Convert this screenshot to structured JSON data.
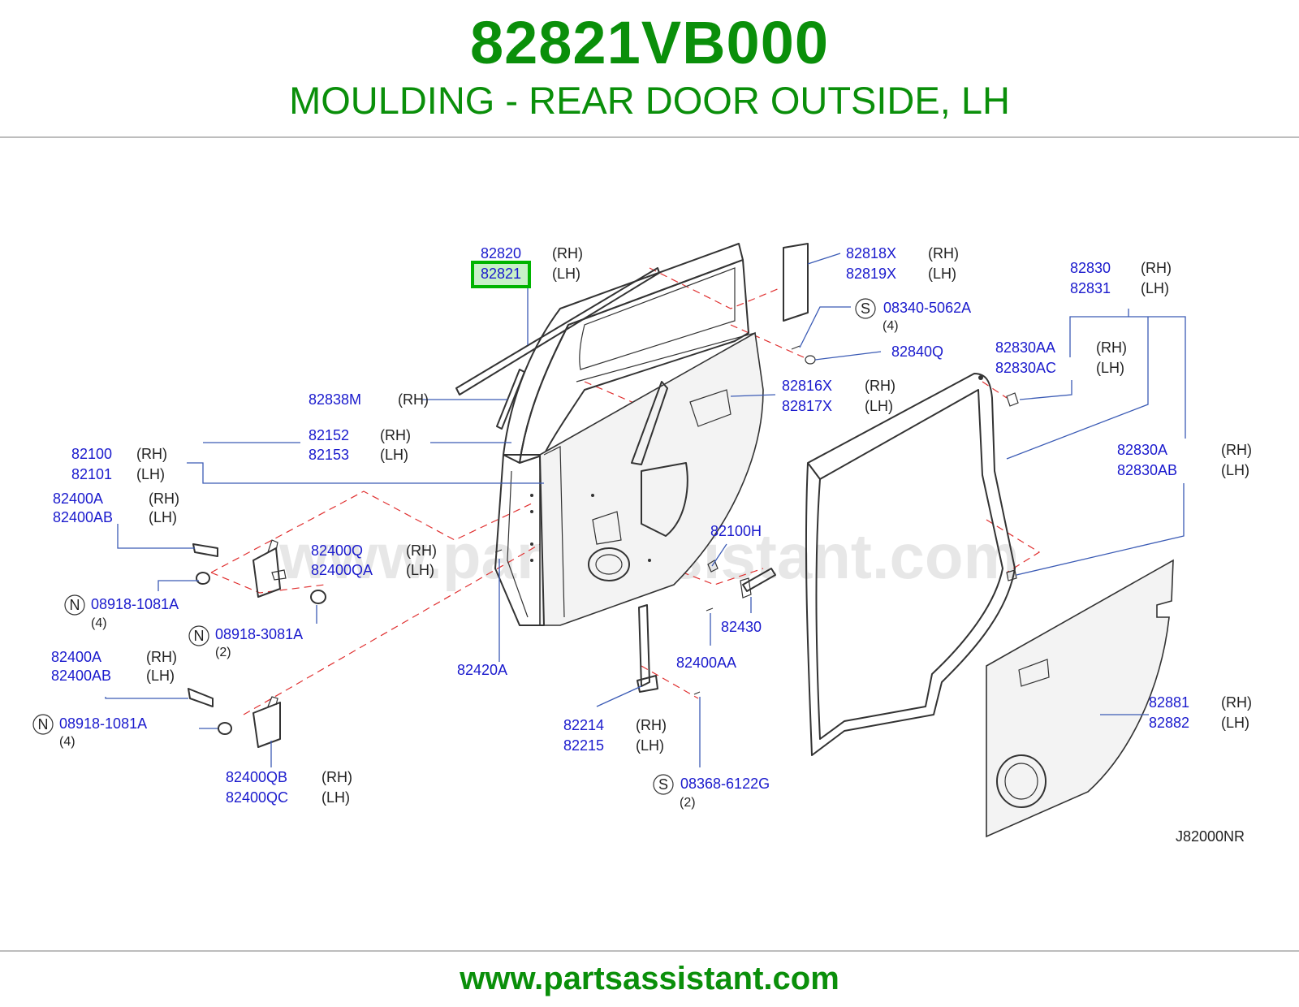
{
  "header": {
    "part_number": "82821VB000",
    "part_title": "MOULDING - REAR DOOR OUTSIDE, LH"
  },
  "footer": {
    "url": "www.partsassistant.com"
  },
  "diagram": {
    "watermark": "www.partsassistant.com",
    "code": "J82000NR",
    "highlight_color": "#00b400",
    "labels": {
      "p82820": "82820",
      "p82821": "82821",
      "p82838m": "82838M",
      "p82152": "82152",
      "p82153": "82153",
      "p82100": "82100",
      "p82101": "82101",
      "p82400a_1": "82400A",
      "p82400ab_1": "82400AB",
      "p82400q": "82400Q",
      "p82400qa": "82400QA",
      "p08918_1081a_1": "08918-1081A",
      "p08918_3081a": "08918-3081A",
      "p82400a_2": "82400A",
      "p82400ab_2": "82400AB",
      "p08918_1081a_2": "08918-1081A",
      "p82400qb": "82400QB",
      "p82400qc": "82400QC",
      "p82420a": "82420A",
      "p82214": "82214",
      "p82215": "82215",
      "p08368_6122g": "08368-6122G",
      "p82100h": "82100H",
      "p82430": "82430",
      "p82400aa": "82400AA",
      "p82818x": "82818X",
      "p82819x": "82819X",
      "p08340_5062a": "08340-5062A",
      "p82840q": "82840Q",
      "p82816x": "82816X",
      "p82817x": "82817X",
      "p82830": "82830",
      "p82831": "82831",
      "p82830aa": "82830AA",
      "p82830ac": "82830AC",
      "p82830a": "82830A",
      "p82830ab": "82830AB",
      "p82881": "82881",
      "p82882": "82882"
    },
    "sides": {
      "rh": "(RH)",
      "lh": "(LH)"
    },
    "qty": {
      "q2": "(2)",
      "q4": "(4)"
    },
    "markers": {
      "n": "N",
      "s": "S"
    }
  }
}
